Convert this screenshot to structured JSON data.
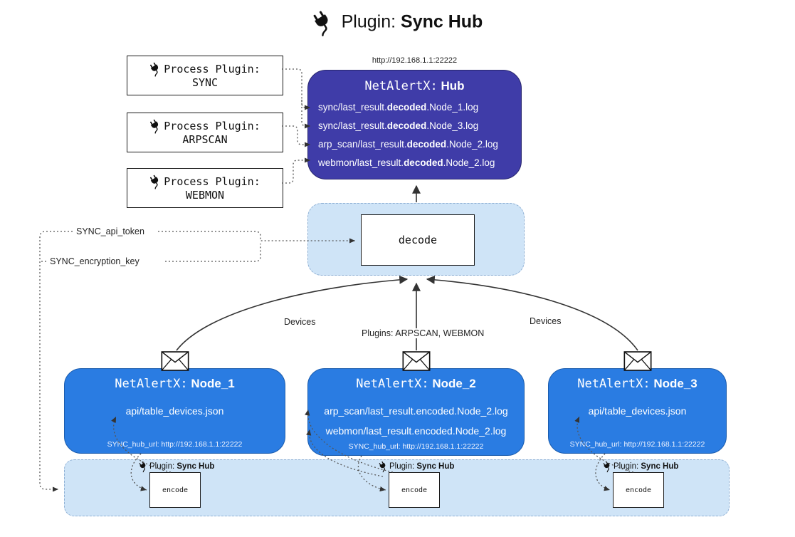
{
  "title": {
    "label": "Plugin:",
    "name": "Sync Hub"
  },
  "process_plugins": {
    "label": "Process Plugin:",
    "items": [
      {
        "name": "SYNC"
      },
      {
        "name": "ARPSCAN"
      },
      {
        "name": "WEBMON"
      }
    ]
  },
  "hub": {
    "url": "http://192.168.1.1:22222",
    "app": "NetAlertX:",
    "name": "Hub",
    "lines": [
      {
        "pre": "sync/last_result.",
        "em": "decoded",
        "post": ".Node_1.log"
      },
      {
        "pre": "sync/last_result.",
        "em": "decoded",
        "post": ".Node_3.log"
      },
      {
        "pre": "arp_scan/last_result.",
        "em": "decoded",
        "post": ".Node_2.log"
      },
      {
        "pre": "webmon/last_result.",
        "em": "decoded",
        "post": ".Node_2.log"
      }
    ]
  },
  "decode": {
    "label": "decode"
  },
  "secrets": {
    "api_token": "SYNC_api_token",
    "encryption_key": "SYNC_encryption_key"
  },
  "flow_labels": {
    "devices_left": "Devices",
    "plugins_center": "Plugins: ARPSCAN, WEBMON",
    "devices_right": "Devices"
  },
  "nodes": [
    {
      "app": "NetAlertX:",
      "name": "Node_1",
      "lines": [
        "api/table_devices.json"
      ],
      "footer": "SYNC_hub_url: http://192.168.1.1:22222"
    },
    {
      "app": "NetAlertX:",
      "name": "Node_2",
      "lines": [
        "arp_scan/last_result.encoded.Node_2.log",
        "webmon/last_result.encoded.Node_2.log"
      ],
      "footer": "SYNC_hub_url: http://192.168.1.1:22222"
    },
    {
      "app": "NetAlertX:",
      "name": "Node_3",
      "lines": [
        "api/table_devices.json"
      ],
      "footer": "SYNC_hub_url: http://192.168.1.1:22222"
    }
  ],
  "encoder": {
    "plugin_label": "Plugin:",
    "plugin_name": "Sync Hub",
    "encode_label": "encode"
  },
  "icons": {
    "plug_icon": "power-plug",
    "envelope_icon": "envelope"
  },
  "colors": {
    "hub_bg": "#3f3ca8",
    "node_bg": "#2a7ce2",
    "panel_bg": "#cfe4f7"
  }
}
